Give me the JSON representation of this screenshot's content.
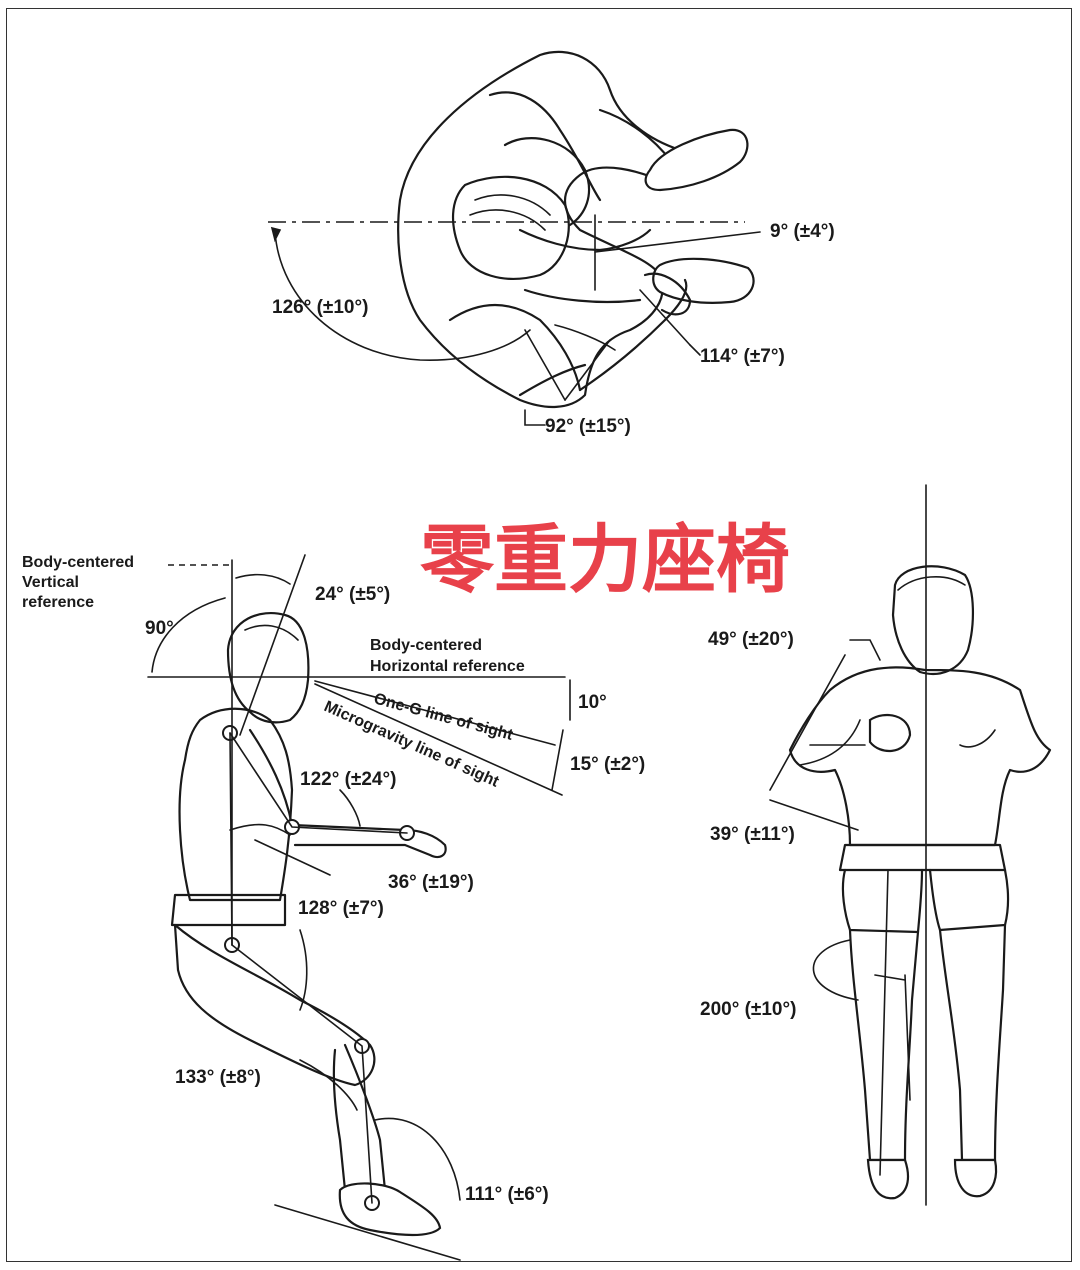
{
  "title": "零重力座椅",
  "top_view": {
    "neck_angle": "9° (±4°)",
    "shoulder_angle": "126° (±10°)",
    "elbow_angle": "114° (±7°)",
    "forearm_angle": "92° (±15°)"
  },
  "side_view": {
    "vertical_reference": [
      "Body-centered",
      "Vertical",
      "reference"
    ],
    "horizontal_reference": [
      "Body-centered",
      "Horizontal reference"
    ],
    "right_angle": "90°",
    "head_tilt": "24° (±5°)",
    "one_g_line": "One-G line of sight",
    "micro_line": "Microgravity line of sight",
    "one_g_deg": "10°",
    "micro_deg": "15° (±2°)",
    "elbow": "122° (±24°)",
    "shoulder": "36° (±19°)",
    "trunk_thigh": "128° (±7°)",
    "knee": "133° (±8°)",
    "ankle": "111° (±6°)"
  },
  "front_view": {
    "upper_arm": "49° (±20°)",
    "forearm": "39° (±11°)",
    "leg": "200° (±10°)"
  },
  "colors": {
    "title": "#e8414a",
    "line": "#1a1a1a"
  }
}
